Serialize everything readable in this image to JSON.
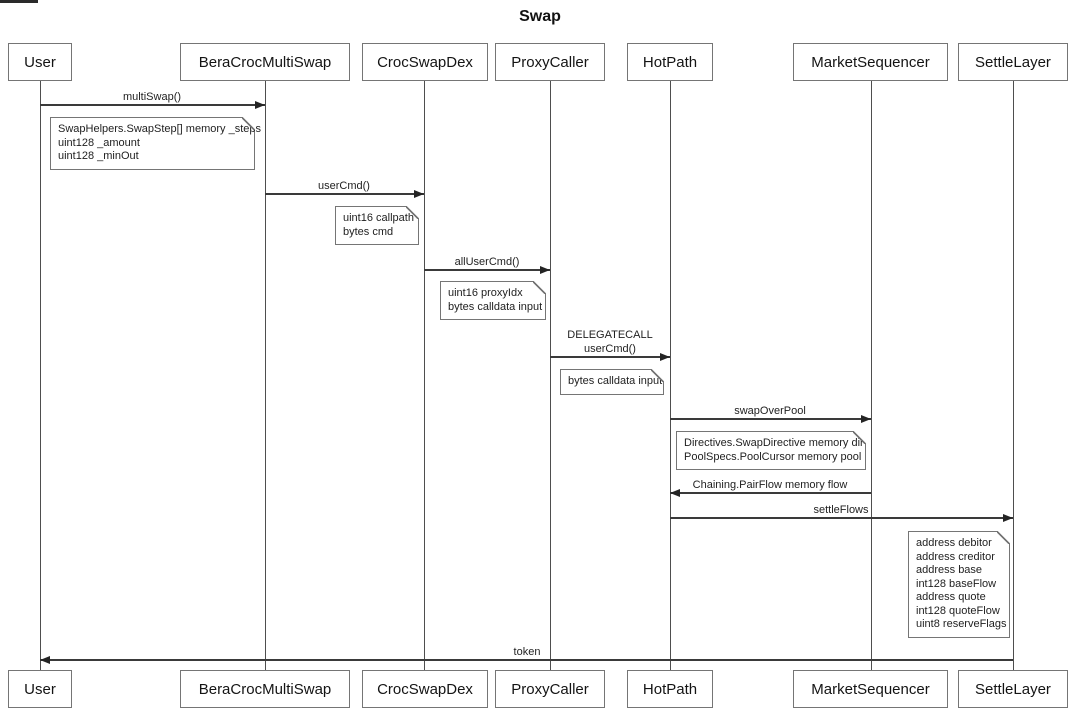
{
  "title": "Swap",
  "participants": [
    {
      "name": "User"
    },
    {
      "name": "BeraCrocMultiSwap"
    },
    {
      "name": "CrocSwapDex"
    },
    {
      "name": "ProxyCaller"
    },
    {
      "name": "HotPath"
    },
    {
      "name": "MarketSequencer"
    },
    {
      "name": "SettleLayer"
    }
  ],
  "messages": [
    {
      "label": "multiSwap()",
      "from": "User",
      "to": "BeraCrocMultiSwap"
    },
    {
      "label": "userCmd()",
      "from": "BeraCrocMultiSwap",
      "to": "CrocSwapDex"
    },
    {
      "label": "allUserCmd()",
      "from": "CrocSwapDex",
      "to": "ProxyCaller"
    },
    {
      "label_line1": "DELEGATECALL",
      "label_line2": "userCmd()",
      "from": "ProxyCaller",
      "to": "HotPath"
    },
    {
      "label": "swapOverPool",
      "from": "HotPath",
      "to": "MarketSequencer"
    },
    {
      "label": "Chaining.PairFlow memory flow",
      "from": "MarketSequencer",
      "to": "HotPath"
    },
    {
      "label": "settleFlows",
      "from": "HotPath",
      "to": "SettleLayer"
    },
    {
      "label": "token",
      "from": "SettleLayer",
      "to": "User"
    }
  ],
  "notes": [
    {
      "attached_to": "multiSwap()",
      "lines": [
        "SwapHelpers.SwapStep[] memory _steps",
        "uint128 _amount",
        "uint128 _minOut"
      ]
    },
    {
      "attached_to": "userCmd()",
      "lines": [
        "uint16 callpath",
        "bytes cmd"
      ]
    },
    {
      "attached_to": "allUserCmd()",
      "lines": [
        "uint16 proxyIdx",
        "bytes calldata input"
      ]
    },
    {
      "attached_to": "DELEGATECALL userCmd()",
      "lines": [
        "bytes calldata input"
      ]
    },
    {
      "attached_to": "swapOverPool",
      "lines": [
        "Directives.SwapDirective memory dir",
        "PoolSpecs.PoolCursor memory pool"
      ]
    },
    {
      "attached_to": "settleFlows",
      "lines": [
        "address debitor",
        "address creditor",
        "address base",
        "int128 baseFlow",
        "address quote",
        "int128 quoteFlow",
        "uint8 reserveFlags"
      ]
    }
  ],
  "colors": {
    "line": "#3a3a3a",
    "box_border": "#757575",
    "text": "#1b1b1b",
    "background": "#ffffff"
  }
}
